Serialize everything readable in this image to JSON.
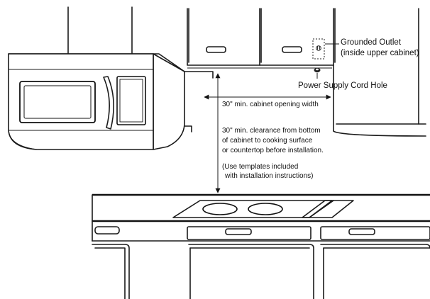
{
  "labels": {
    "grounded_outlet": "Grounded Outlet",
    "inside_upper_cabinet": "(inside upper cabinet)",
    "cord_hole": "Power Supply Cord Hole",
    "cabinet_width": "30\" min. cabinet opening width",
    "clearance_line1": "30\" min. clearance from bottom",
    "clearance_line2": "of cabinet to cooking surface",
    "clearance_line3": "or countertop before installation.",
    "templates_line1": "(Use templates included",
    "templates_line2": "with installation instructions)"
  }
}
